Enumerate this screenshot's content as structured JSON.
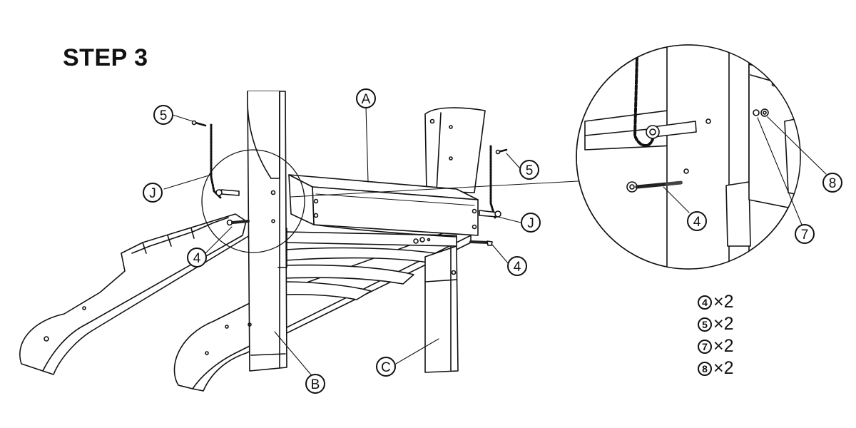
{
  "title": "STEP 3",
  "callouts": {
    "A": "A",
    "B": "B",
    "C": "C",
    "J_left": "J",
    "J_right": "J",
    "n5_left": "5",
    "n5_right": "5",
    "n4_left": "4",
    "n4_right": "4",
    "n4_detail": "4",
    "n7_detail": "7",
    "n8_detail": "8"
  },
  "quantities": [
    {
      "part": "4",
      "qty": "×2"
    },
    {
      "part": "5",
      "qty": "×2"
    },
    {
      "part": "7",
      "qty": "×2"
    },
    {
      "part": "8",
      "qty": "×2"
    }
  ],
  "colors": {
    "line": "#111111",
    "fill": "#ffffff",
    "hatch": "#444444"
  }
}
